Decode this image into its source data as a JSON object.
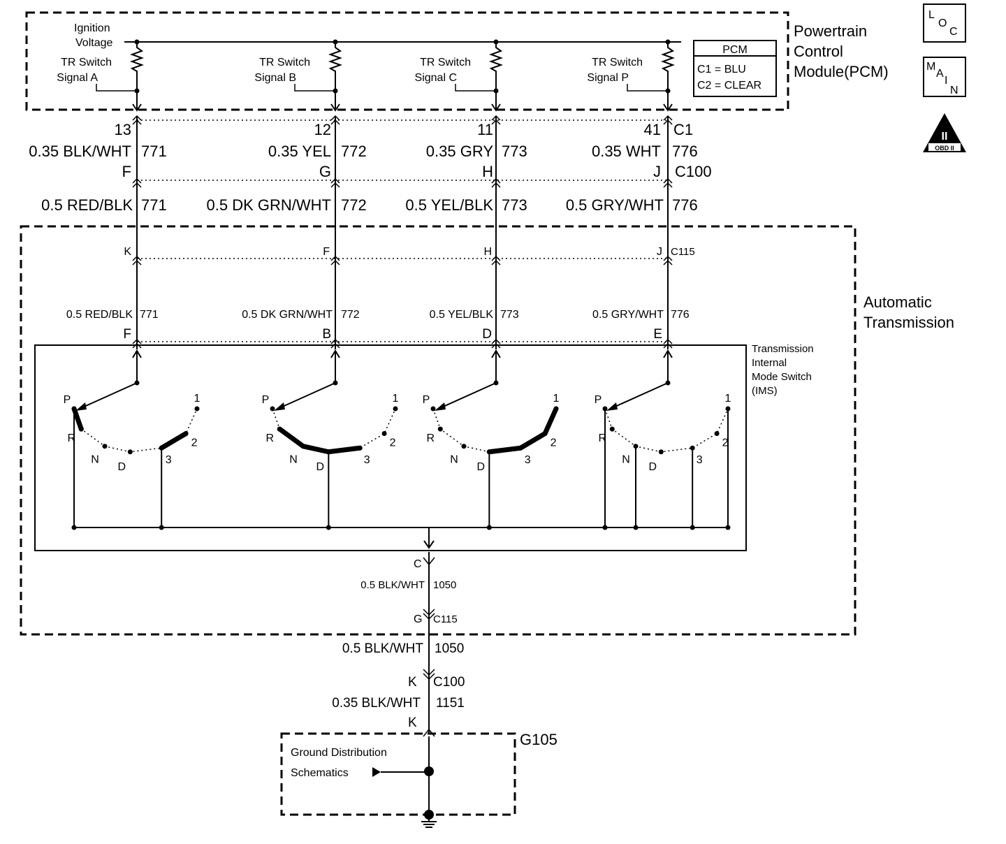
{
  "pcm": {
    "title_lines": [
      "Powertrain",
      "Control",
      "Module(PCM)"
    ],
    "ignition_label": [
      "Ignition",
      "Voltage"
    ],
    "legend_title": "PCM",
    "legend_lines": [
      "C1 = BLU",
      "C2 = CLEAR"
    ]
  },
  "icons": {
    "loc": [
      "L",
      "O",
      "C"
    ],
    "main": [
      "M",
      "A",
      "I",
      "N"
    ],
    "obd": [
      "II",
      "OBD II"
    ]
  },
  "circuits": [
    {
      "signal": [
        "TR Switch",
        "Signal A"
      ],
      "pin": "13",
      "wire1": "0.35 BLK/WHT",
      "ckt": "771",
      "c100": "F",
      "wire2": "0.5 RED/BLK",
      "c115": "K",
      "wire3": "0.5 RED/BLK",
      "ims": "F"
    },
    {
      "signal": [
        "TR Switch",
        "Signal B"
      ],
      "pin": "12",
      "wire1": "0.35 YEL",
      "ckt": "772",
      "c100": "G",
      "wire2": "0.5 DK GRN/WHT",
      "c115": "F",
      "wire3": "0.5 DK GRN/WHT",
      "ims": "B"
    },
    {
      "signal": [
        "TR Switch",
        "Signal C"
      ],
      "pin": "11",
      "wire1": "0.35 GRY",
      "ckt": "773",
      "c100": "H",
      "wire2": "0.5 YEL/BLK",
      "c115": "H",
      "wire3": "0.5 YEL/BLK",
      "ims": "D"
    },
    {
      "signal": [
        "TR Switch",
        "Signal P"
      ],
      "pin": "41",
      "wire1": "0.35 WHT",
      "ckt": "776",
      "c100": "J",
      "wire2": "0.5 GRY/WHT",
      "c115": "J",
      "wire3": "0.5 GRY/WHT",
      "ims": "E"
    }
  ],
  "connectors": {
    "c1": "C1",
    "c100": "C100",
    "c115": "C115"
  },
  "trans": {
    "title_lines": [
      "Automatic",
      "Transmission"
    ],
    "ims_lines": [
      "Transmission",
      "Internal",
      "Mode Switch",
      "(IMS)"
    ],
    "positions": [
      "P",
      "R",
      "N",
      "D",
      "3",
      "2",
      "1"
    ]
  },
  "ground": {
    "ims_pin": "C",
    "wire_a": "0.5 BLK/WHT",
    "ckt_a": "1050",
    "c115_pin": "G",
    "wire_b": "0.5 BLK/WHT",
    "ckt_b": "1050",
    "c100_pin": "K",
    "wire_c": "0.35 BLK/WHT",
    "ckt_c": "1151",
    "g_pin": "K",
    "g_label": "G105",
    "dist_lines": [
      "Ground Distribution",
      "Schematics"
    ]
  }
}
